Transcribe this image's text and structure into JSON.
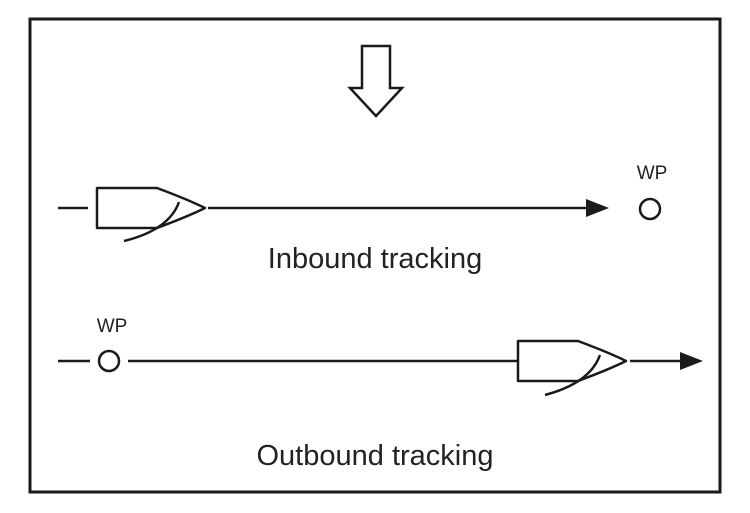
{
  "colors": {
    "line": "#1a1a1a",
    "background": "#ffffff"
  },
  "icons": {
    "direction": "down-arrow-icon",
    "boat": "boat-icon",
    "waypoint": "waypoint-circle-icon"
  },
  "inbound": {
    "waypoint_label": "WP",
    "caption": "Inbound tracking"
  },
  "outbound": {
    "waypoint_label": "WP",
    "caption": "Outbound tracking"
  }
}
